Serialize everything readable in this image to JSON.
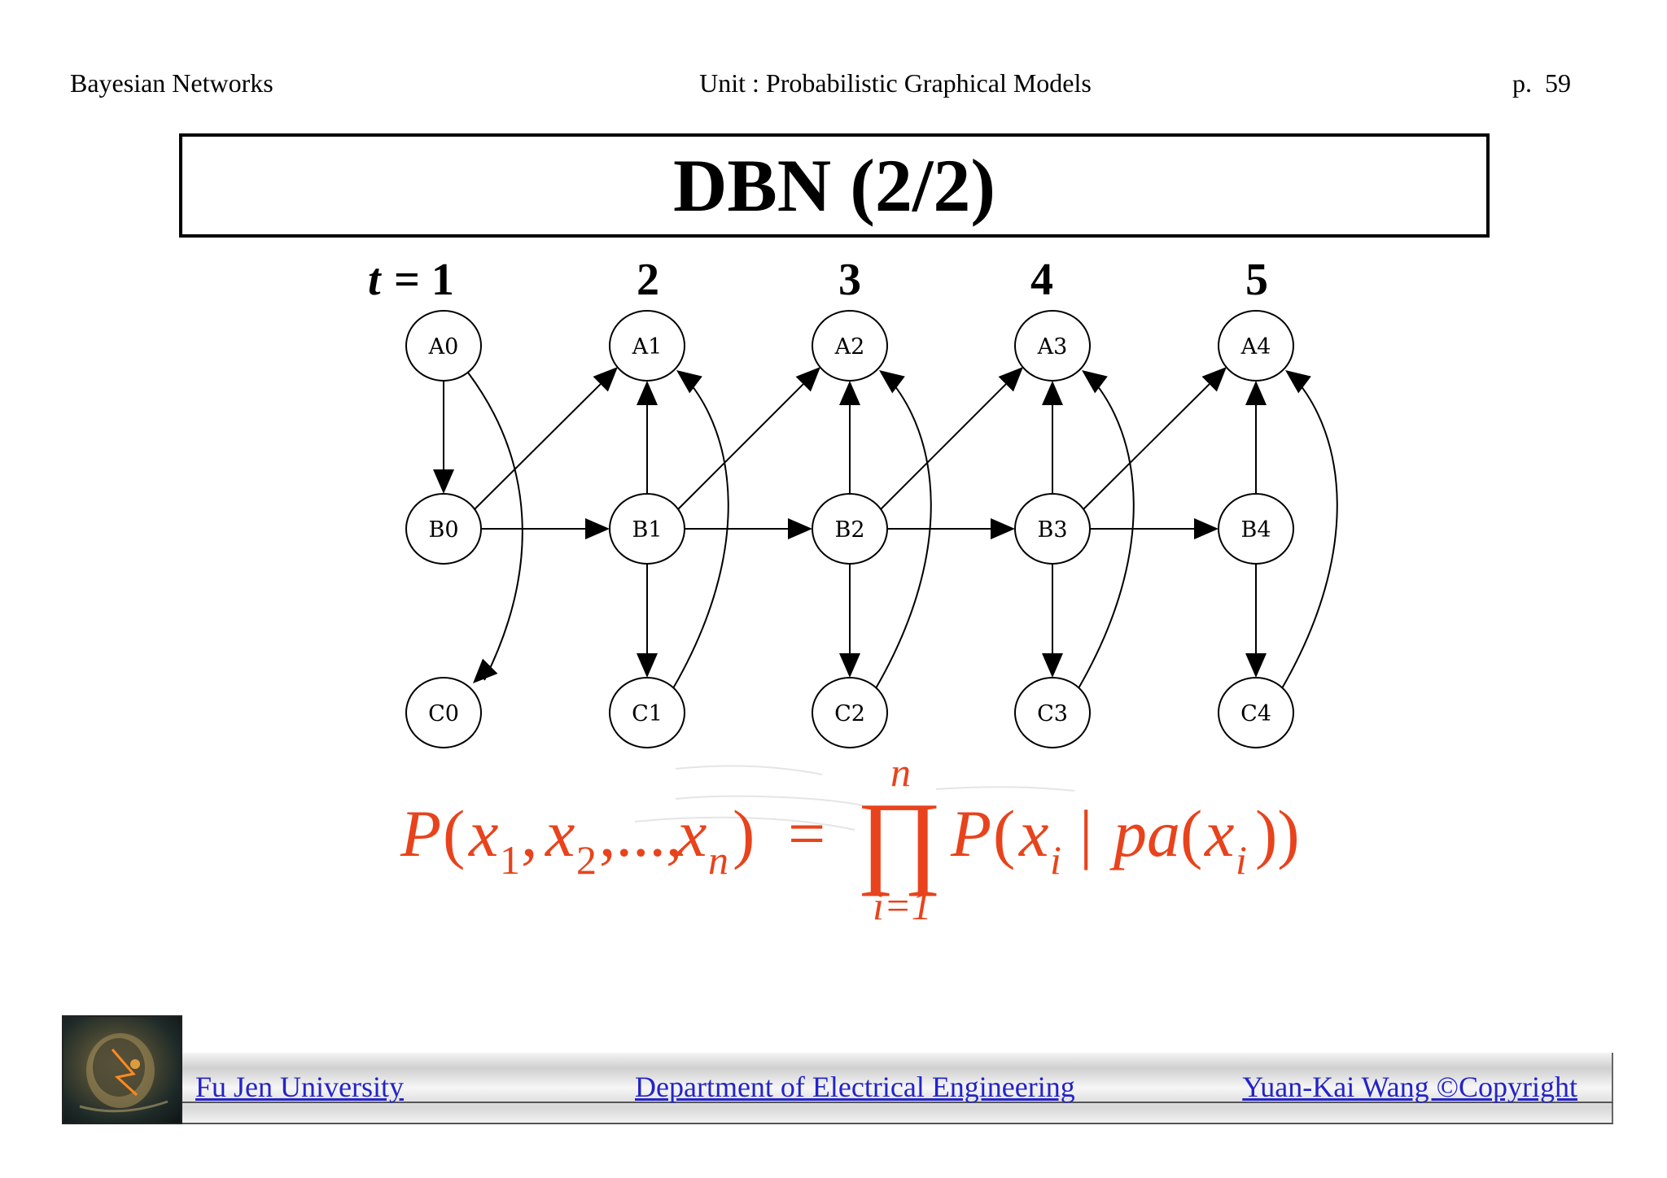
{
  "header": {
    "left": "Bayesian Networks",
    "center": "Unit : Probabilistic Graphical Models",
    "page_prefix": "p.",
    "page_number": "59"
  },
  "slide": {
    "title": "DBN (2/2)"
  },
  "diagram": {
    "time_labels": [
      "t",
      "= 1",
      "2",
      "3",
      "4",
      "5"
    ],
    "nodes": {
      "a": [
        "A0",
        "A1",
        "A2",
        "A3",
        "A4"
      ],
      "b": [
        "B0",
        "B1",
        "B2",
        "B3",
        "B4"
      ],
      "c": [
        "C0",
        "C1",
        "C2",
        "C3",
        "C4"
      ]
    }
  },
  "formula": {
    "lhs_P": "P",
    "lhs_open": "(",
    "x": "x",
    "sub_1": "1",
    "sub_2": "2",
    "sub_n": "n",
    "comma": ",",
    "ellipsis": ",...,",
    "lhs_close": ")",
    "equals": "=",
    "product": "∏",
    "upper_limit": "n",
    "lower_limit": "i=1",
    "rhs_P": "P",
    "rhs_open": "(",
    "sub_i": "i",
    "bar": "|",
    "pa": "pa",
    "rhs_close": "))"
  },
  "footer": {
    "university": "Fu Jen University",
    "department": "Department of Electrical Engineering",
    "author": "Yuan-Kai Wang ©Copyright"
  },
  "colors": {
    "formula": "#e8431c",
    "footer_link": "#2424c8"
  }
}
